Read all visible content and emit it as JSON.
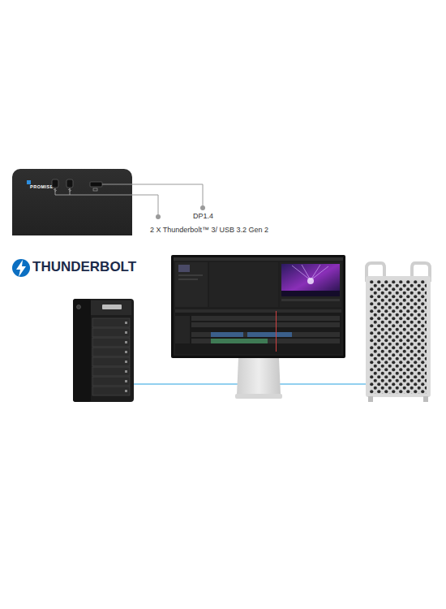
{
  "diagram": {
    "nodes": [
      {
        "text": [
          "PROMISE"
        ]
      }
    ],
    "labels": [
      "DP1.4",
      "2 X Thunderbolt™ 3/ USB 3.2 Gen 2",
      "THUNDERBOLT"
    ]
  }
}
